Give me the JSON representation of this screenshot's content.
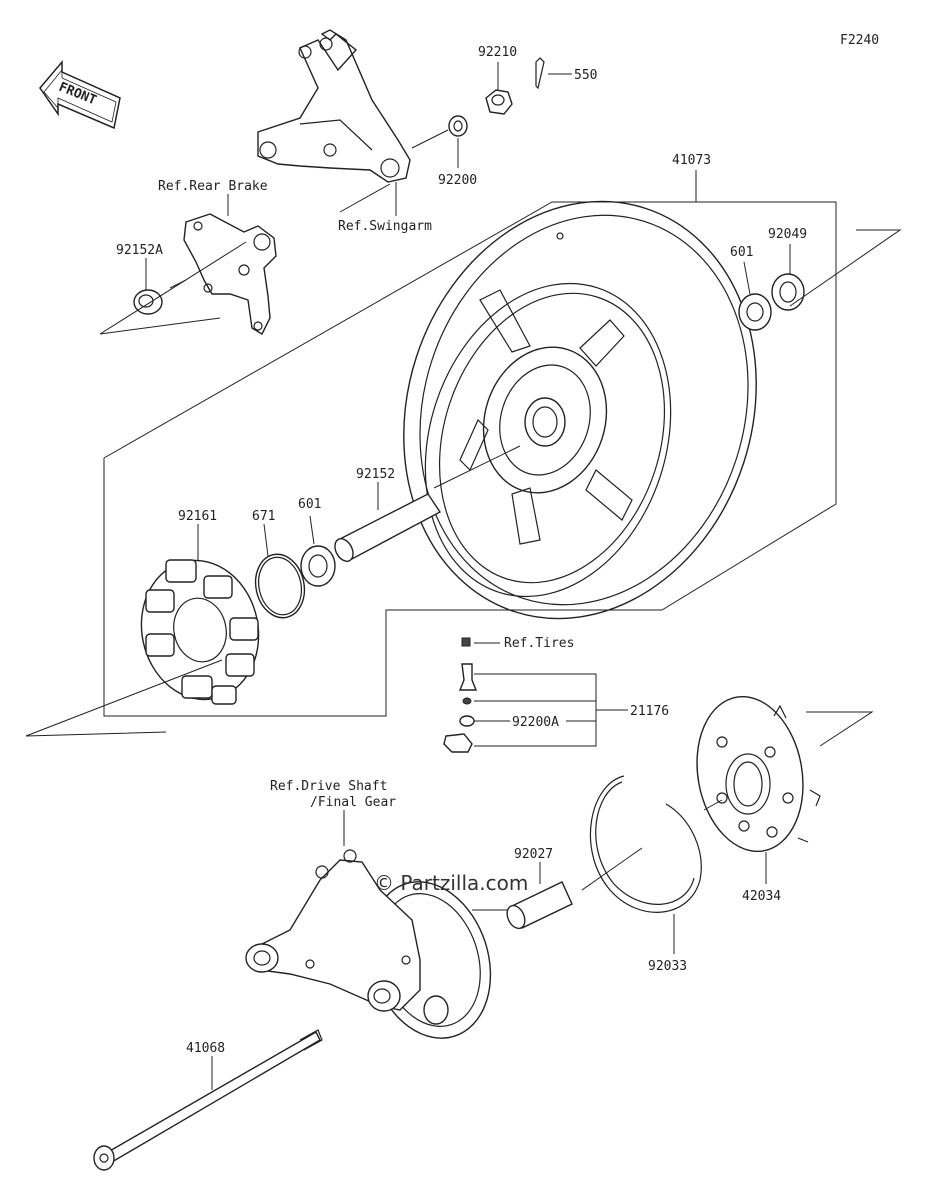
{
  "figure_code": "F2240",
  "front_badge": "FRONT",
  "watermark": "© Partzilla.com",
  "labels": {
    "p92210": "92210",
    "p550": "550",
    "p92200": "92200",
    "ref_swingarm": "Ref.Swingarm",
    "ref_rear_brake": "Ref.Rear Brake",
    "p92152A": "92152A",
    "p41073": "41073",
    "p601_top": "601",
    "p92049": "92049",
    "p92152": "92152",
    "p92161": "92161",
    "p671": "671",
    "p601": "601",
    "ref_tires": "Ref.Tires",
    "p21176": "21176",
    "p92200A": "92200A",
    "ref_drive_shaft_1": "Ref.Drive Shaft",
    "ref_drive_shaft_2": "/Final Gear",
    "p92027": "92027",
    "p42034": "42034",
    "p92033": "92033",
    "p41068": "41068"
  }
}
